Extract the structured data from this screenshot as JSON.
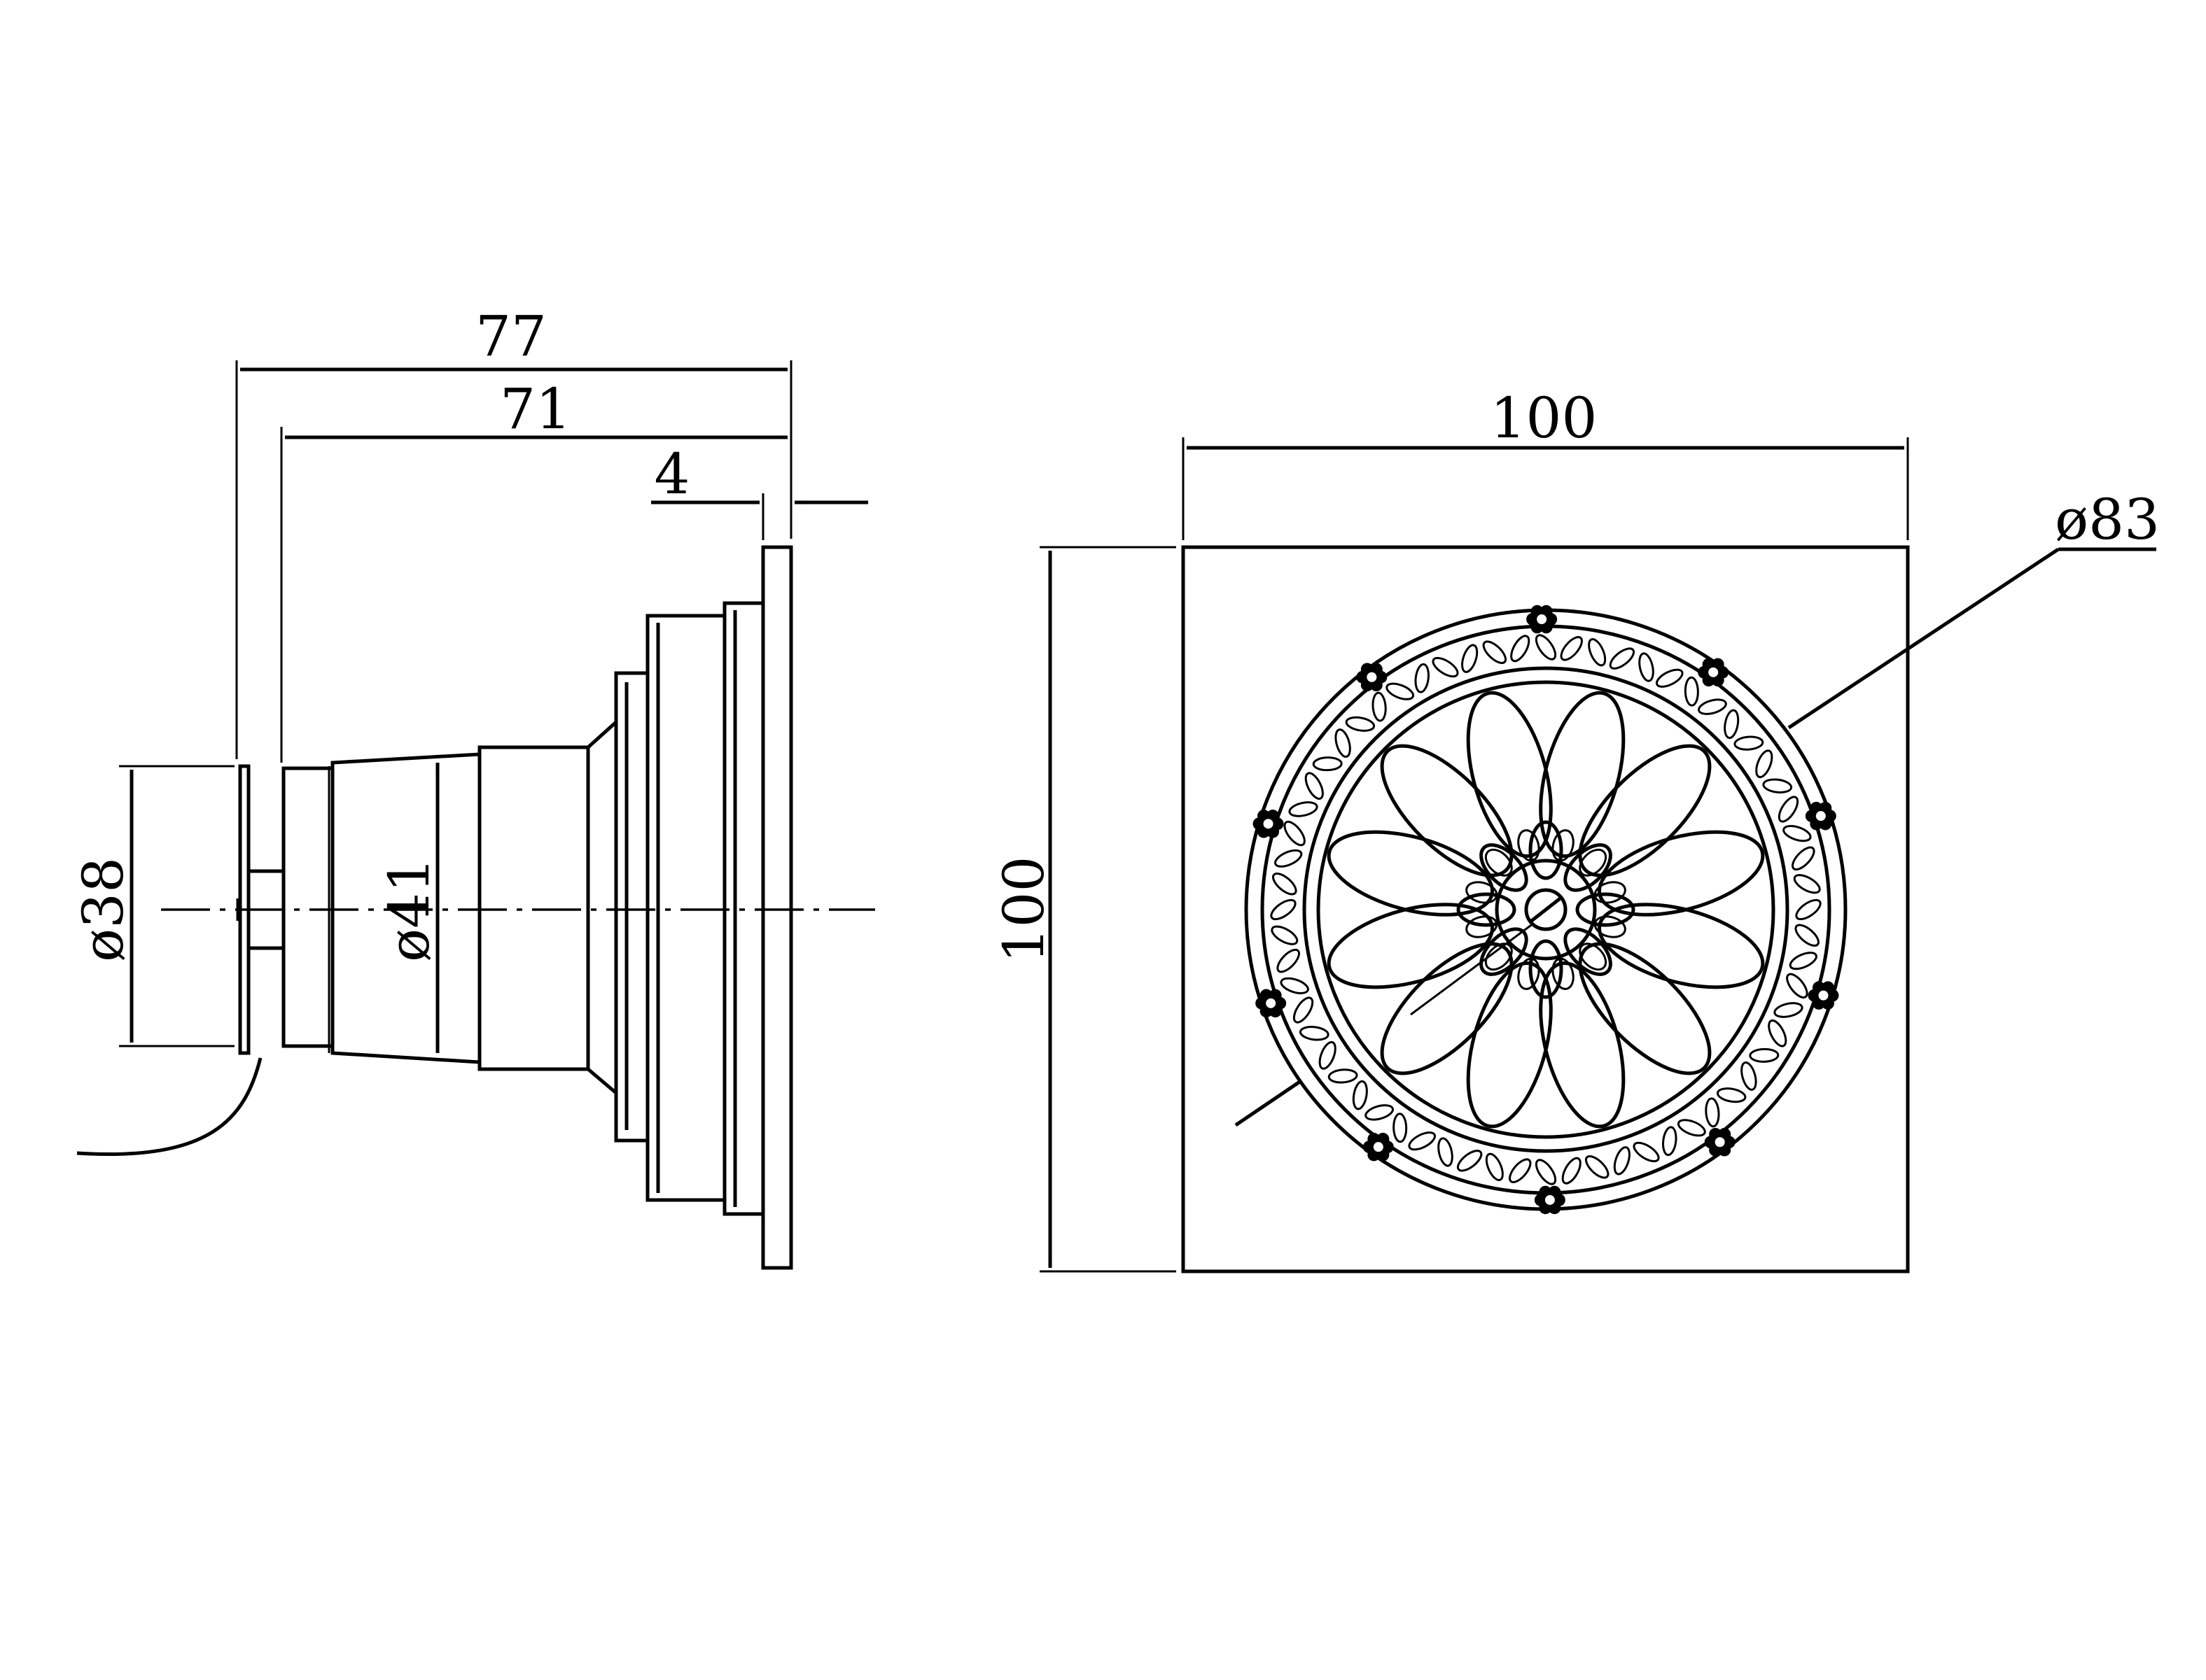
{
  "side_view": {
    "dim_overall_length": "77",
    "dim_body_length": "71",
    "dim_flange_thickness": "4",
    "dim_outlet_diameter": "ø38",
    "dim_body_diameter": "ø41"
  },
  "top_view": {
    "dim_width": "100",
    "dim_height": "100",
    "dim_grate_diameter": "ø83"
  }
}
